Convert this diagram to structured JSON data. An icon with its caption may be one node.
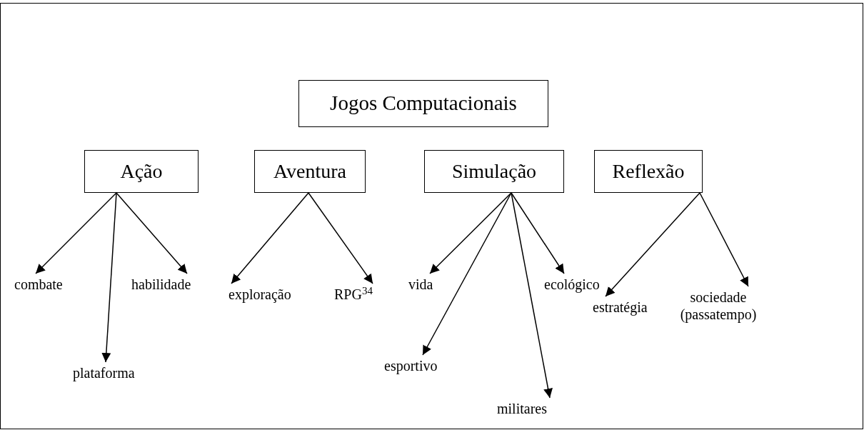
{
  "diagram": {
    "nodes": [
      {
        "text": [
          "Jogos Computacionais"
        ]
      },
      {
        "text": [
          "Ação"
        ]
      },
      {
        "text": [
          "Aventura"
        ]
      },
      {
        "text": [
          "Simulação"
        ]
      },
      {
        "text": [
          "Reflexão"
        ]
      },
      {
        "text": [
          "combate"
        ]
      },
      {
        "text": [
          "habilidade"
        ]
      },
      {
        "text": [
          "plataforma"
        ]
      },
      {
        "text": [
          "exploração"
        ]
      },
      {
        "text": [
          "RPG$^{34}$"
        ]
      },
      {
        "text": [
          "vida"
        ]
      },
      {
        "text": [
          "esportivo"
        ]
      },
      {
        "text": [
          "militares"
        ]
      },
      {
        "text": [
          "ecológico"
        ]
      },
      {
        "text": [
          "estratégia"
        ]
      },
      {
        "text": [
          "sociedade (passatempo)"
        ]
      }
    ],
    "edges": [
      {
        "from": 1,
        "to": 5,
        "arrow": "to"
      },
      {
        "from": 1,
        "to": 7,
        "arrow": "to"
      },
      {
        "from": 1,
        "to": 6,
        "arrow": "to"
      },
      {
        "from": 2,
        "to": 8,
        "arrow": "to"
      },
      {
        "from": 2,
        "to": 9,
        "arrow": "to"
      },
      {
        "from": 3,
        "to": 10,
        "arrow": "to"
      },
      {
        "from": 3,
        "to": 11,
        "arrow": "to"
      },
      {
        "from": 3,
        "to": 12,
        "arrow": "to"
      },
      {
        "from": 3,
        "to": 13,
        "arrow": "to"
      },
      {
        "from": 4,
        "to": 14,
        "arrow": "to"
      },
      {
        "from": 4,
        "to": 15,
        "arrow": "to"
      }
    ]
  }
}
